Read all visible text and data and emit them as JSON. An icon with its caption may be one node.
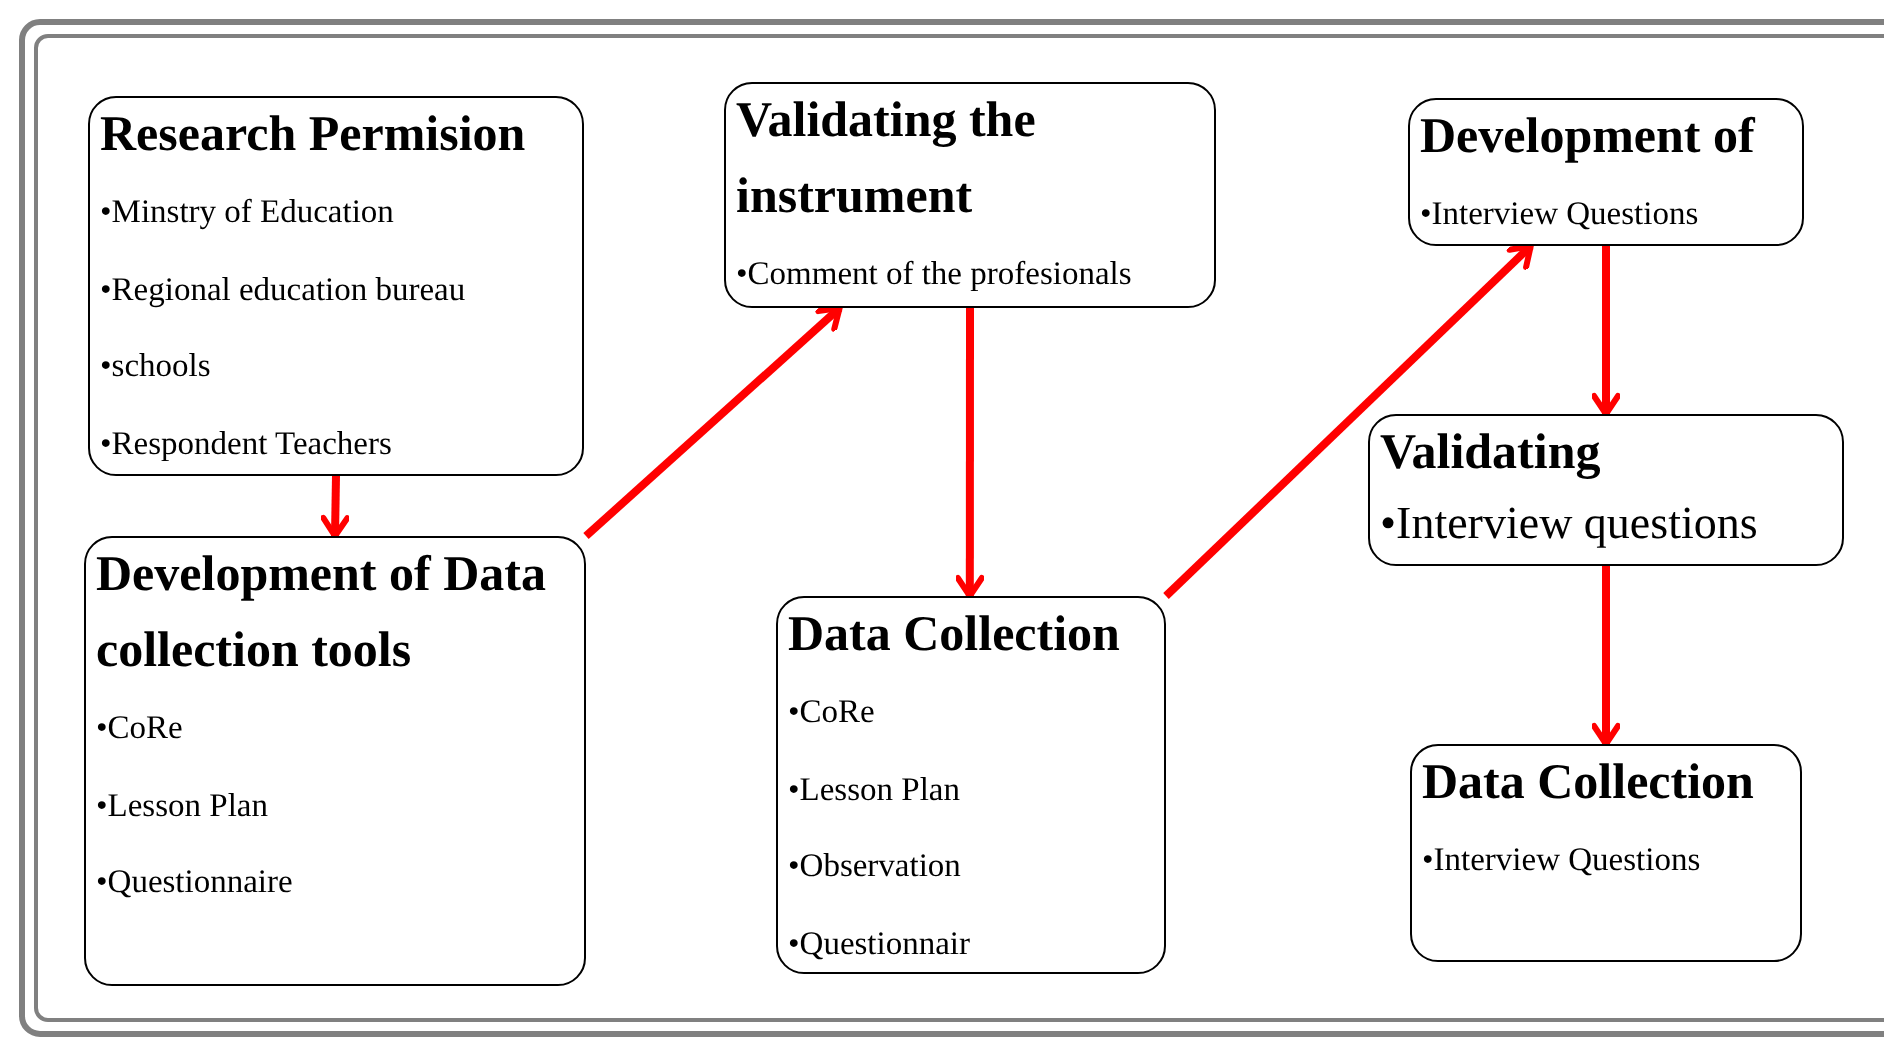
{
  "diagram": {
    "nodes": [
      {
        "text": [
          "Research Permision",
          "•Minstry of Education",
          "•Regional education bureau",
          "•schools",
          "•Respondent Teachers"
        ]
      },
      {
        "text": [
          "Development of Data collection tools",
          "•CoRe",
          "•Lesson Plan",
          "•Questionnaire"
        ]
      },
      {
        "text": [
          "Validating the instrument",
          "•Comment of the profesionals"
        ]
      },
      {
        "text": [
          "Data Collection",
          "•CoRe",
          "•Lesson Plan",
          "•Observation",
          "•Questionnair"
        ]
      },
      {
        "text": [
          "Development of",
          "•Interview Questions"
        ]
      },
      {
        "text": [
          "Validating",
          "•Interview questions"
        ]
      },
      {
        "text": [
          "Data Collection",
          "•Interview Questions"
        ]
      }
    ],
    "edges": [
      {
        "from": 0,
        "to": 1,
        "arrow": "to"
      },
      {
        "from": 1,
        "to": 2,
        "arrow": "to"
      },
      {
        "from": 2,
        "to": 3,
        "arrow": "to"
      },
      {
        "from": 3,
        "to": 4,
        "arrow": "to"
      },
      {
        "from": 4,
        "to": 5,
        "arrow": "to"
      },
      {
        "from": 5,
        "to": 6,
        "arrow": "to"
      }
    ]
  }
}
